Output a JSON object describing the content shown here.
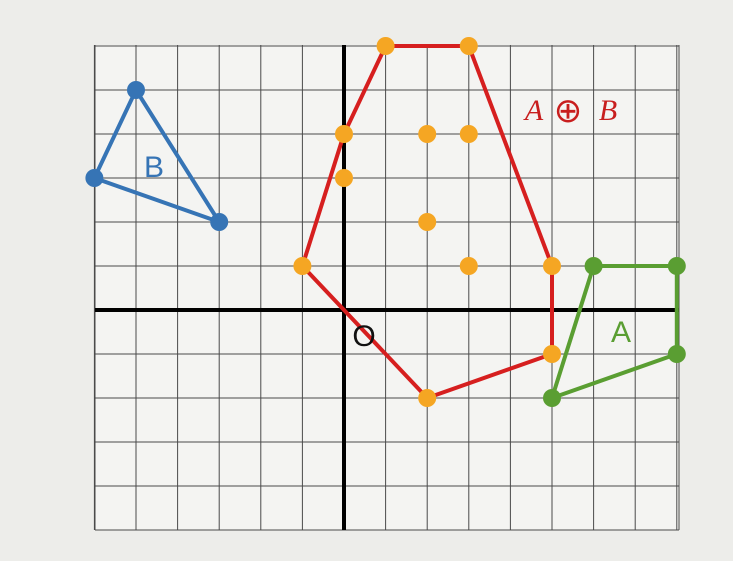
{
  "labels": {
    "origin": "O",
    "shape_a": "A",
    "shape_b": "B",
    "sum_left": "A",
    "sum_op": "⊕",
    "sum_right": "B"
  },
  "colors": {
    "background": "#ededea",
    "grid_line": "#4a4a4a",
    "axis": "#000000",
    "shape_a": "#5a9e32",
    "shape_b": "#3674b5",
    "minkowski_sum": "#d61f1f",
    "sum_points": "#f5a623",
    "sum_label": "#c81e1e"
  },
  "grid": {
    "x_range": [
      -6,
      8
    ],
    "y_range": [
      -5,
      6
    ]
  },
  "shapes": {
    "A": {
      "name": "A",
      "vertices": [
        [
          5,
          -2
        ],
        [
          6,
          1
        ],
        [
          8,
          1
        ],
        [
          8,
          -1
        ]
      ]
    },
    "B": {
      "name": "B",
      "vertices": [
        [
          -5,
          5
        ],
        [
          -6,
          3
        ],
        [
          -3,
          2
        ]
      ]
    },
    "minkowski_sum": {
      "name": "A ⊕ B",
      "vertices": [
        [
          1,
          6
        ],
        [
          3,
          6
        ],
        [
          5,
          1
        ],
        [
          5,
          -1
        ],
        [
          2,
          -2
        ],
        [
          -1,
          1
        ],
        [
          0,
          4
        ]
      ],
      "points": [
        [
          1,
          6
        ],
        [
          3,
          6
        ],
        [
          0,
          4
        ],
        [
          2,
          4
        ],
        [
          3,
          4
        ],
        [
          0,
          3
        ],
        [
          2,
          2
        ],
        [
          -1,
          1
        ],
        [
          3,
          1
        ],
        [
          5,
          1
        ],
        [
          5,
          -1
        ],
        [
          2,
          -2
        ]
      ]
    }
  }
}
